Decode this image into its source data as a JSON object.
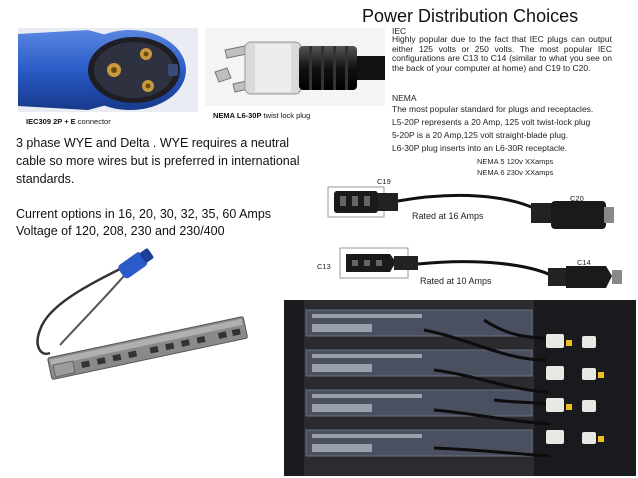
{
  "title": "Power Distribution Choices",
  "iec": {
    "heading": "IEC",
    "body": "Highly popular due to the fact that IEC plugs can output either 125 volts or 250   volts. The most popular IEC configurations are C13 to C14 (similar to what you see on the back of your computer at home) and C19 to C20."
  },
  "nema": {
    "heading": "NEMA",
    "lines": [
      "The most popular standard for plugs and receptacles.",
      "L5-20P represents a 20 Amp, 125 volt twist-lock plug",
      "5-20P is a 20 Amp,125 volt straight-blade plug.",
      "L6-30P plug inserts into an L6-30R receptacle."
    ],
    "ratings": [
      "NEMA 5 120v   XXamps",
      "NEMA 6  230v   XXamps"
    ]
  },
  "captions": {
    "iec309_bold": "IEC309 2P + E",
    "iec309_rest": " connector",
    "nema_bold": "NEMA L6-30P",
    "nema_rest": " twist lock plug"
  },
  "left": {
    "para1": "3 phase WYE and Delta .  WYE requires a neutral cable so more wires but is preferred in international standards.",
    "para2_line1": "Current options in 16, 20, 30, 32, 35, 60 Amps",
    "para2_line2": "Voltage of 120, 208, 230 and 230/400"
  },
  "connectors": {
    "c19": "C19",
    "c20": "C20",
    "c13": "C13",
    "c14": "C14",
    "rated16": "Rated at 16 Amps",
    "rated10": "Rated at 10 Amps"
  },
  "colors": {
    "iec309_blue": "#2a5bc8",
    "connector_black": "#1a1a1a",
    "pdu_grey": "#8a8a8a",
    "rack_dark": "#2b2b30"
  }
}
